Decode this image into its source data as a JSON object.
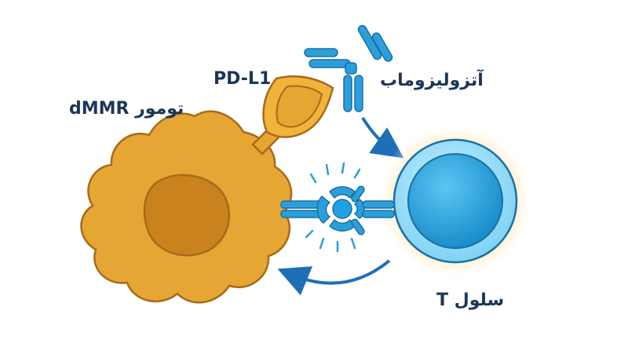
{
  "labels": {
    "tumor": "تومور dMMR",
    "pdl1": "PD-L1",
    "antibody": "آتزولیزوماب",
    "tcell": "سلول T"
  },
  "colors": {
    "tumor_fill": "#e5a633",
    "tumor_nucleus": "#c9821e",
    "tumor_outline": "#a86a1a",
    "tcell_outer": "#7fd3f5",
    "tcell_inner": "#1fa3e0",
    "tcell_glow": "#ffd27a",
    "antibody_blue": "#2b9fd9",
    "arrow_blue": "#1e6fb8",
    "text_dark": "#1d3557"
  }
}
